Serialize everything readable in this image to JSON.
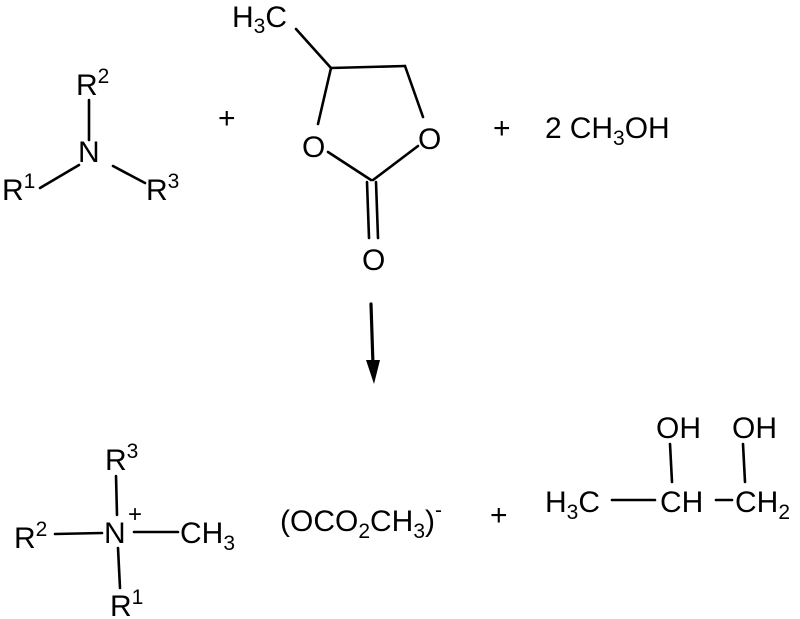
{
  "diagram": {
    "type": "chemical-reaction-scheme",
    "reactants": {
      "tertiary_amine": {
        "center": "N",
        "substituents": [
          {
            "label": "R",
            "index": "2",
            "position": "top"
          },
          {
            "label": "R",
            "index": "1",
            "position": "lower-left"
          },
          {
            "label": "R",
            "index": "3",
            "position": "lower-right"
          }
        ]
      },
      "plus_1": "+",
      "propylene_carbonate": {
        "methyl": {
          "H": "H",
          "sub": "3",
          "C": "C"
        },
        "ring_oxygen_left": "O",
        "ring_oxygen_right": "O",
        "carbonyl_oxygen": "O"
      },
      "plus_2": "+",
      "methanol": {
        "coefficient": "2",
        "pre": "CH",
        "sub": "3",
        "post": "OH"
      }
    },
    "arrow": {
      "direction": "down"
    },
    "products": {
      "quaternary_ammonium": {
        "center": "N",
        "charge": "+",
        "top": {
          "label": "R",
          "index": "3"
        },
        "left": {
          "label": "R",
          "index": "2"
        },
        "bottom": {
          "label": "R",
          "index": "1"
        },
        "right": {
          "pre": "CH",
          "sub": "3"
        }
      },
      "methyl_carbonate_anion": {
        "open": "(OCO",
        "sub1": "2",
        "mid": "CH",
        "sub2": "3",
        "close": ")",
        "charge": "-"
      },
      "plus": "+",
      "propylene_glycol": {
        "oh1": "OH",
        "oh2": "OH",
        "methyl": {
          "H": "H",
          "sub": "3",
          "C": "C"
        },
        "ch": "CH",
        "ch2": {
          "pre": "CH",
          "sub": "2"
        }
      }
    }
  }
}
